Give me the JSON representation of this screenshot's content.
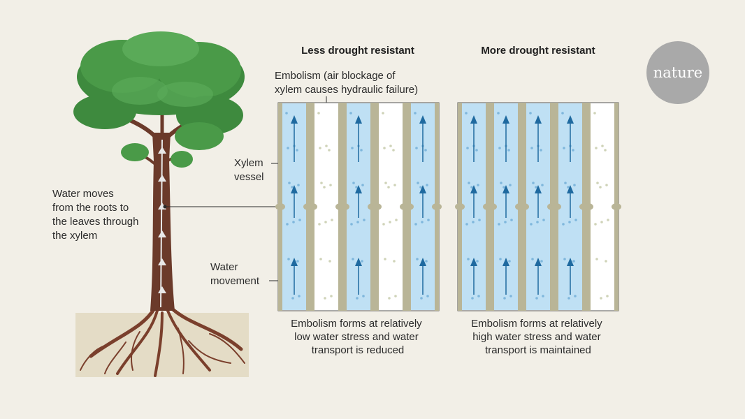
{
  "panels": {
    "left": {
      "title": "Less drought resistant",
      "caption": [
        "Embolism forms at relatively",
        "low water stress and water",
        "transport is reduced"
      ],
      "vessels": [
        "water",
        "embolism",
        "water",
        "embolism",
        "water"
      ]
    },
    "right": {
      "title": "More drought resistant",
      "caption": [
        "Embolism forms at relatively",
        "high water stress and water",
        "transport is maintained"
      ],
      "vessels": [
        "water",
        "water",
        "water",
        "water",
        "embolism"
      ]
    }
  },
  "labels": {
    "embolism": [
      "Embolism (air blockage of",
      "xylem causes hydraulic failure)"
    ],
    "xylem_vessel": [
      "Xylem",
      "vessel"
    ],
    "water_movement": [
      "Water",
      "movement"
    ],
    "tree_note": [
      "Water moves",
      "from the roots to",
      "the leaves through",
      "the xylem"
    ]
  },
  "logo": {
    "text": "nature"
  },
  "colors": {
    "background": "#f2efe7",
    "water": "#bfe0f4",
    "arrow": "#1f6aa0",
    "wall": "#b9b597",
    "trunk": "#6b3a2a",
    "foliage": "#3e8a3e",
    "logo_circle": "#a9a9a9"
  }
}
